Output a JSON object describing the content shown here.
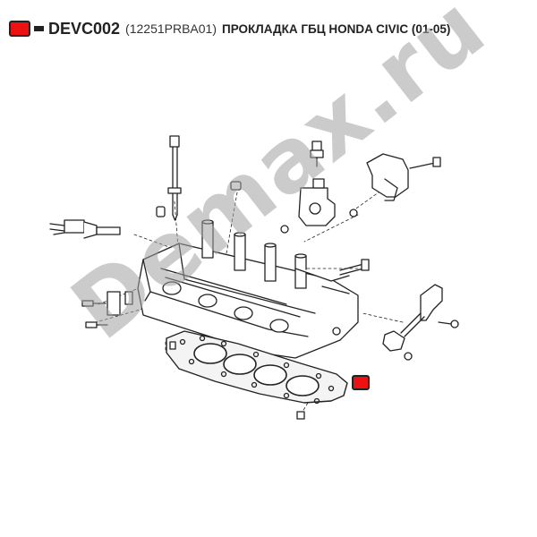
{
  "header": {
    "marker_color": "#ee1111",
    "code": "DEVC002",
    "part_number": "(12251PRBA01)",
    "title": "ПРОКЛАДКА ГБЦ HONDA CIVIC (01-05)"
  },
  "watermark": {
    "text": "Demax.ru"
  },
  "callout": {
    "color": "#ee1111"
  },
  "diagram": {
    "icon": "exploded-engine-diagram"
  }
}
